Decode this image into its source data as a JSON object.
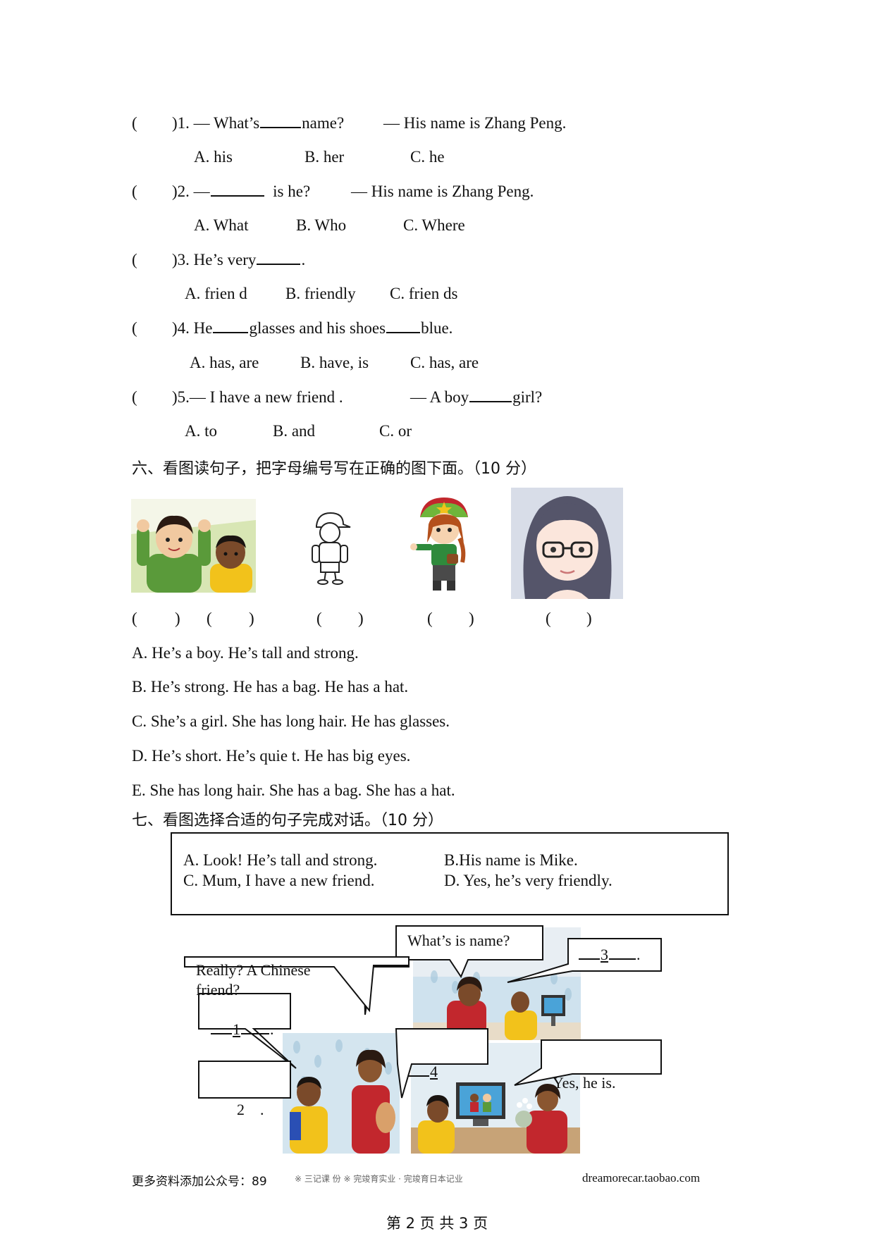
{
  "q5": {
    "items": [
      {
        "paren_open": "(",
        "prefix": ")1. — What’s",
        "blank_after": "name?",
        "answer": "— His name is Zhang Peng.",
        "options": [
          "A. his",
          "B. her",
          "C. he"
        ]
      },
      {
        "paren_open": "(",
        "prefix": ")2. —",
        "blank_after": "is he?",
        "answer": "— His name is Zhang Peng.",
        "options": [
          "A. What",
          "B. Who",
          "C. Where"
        ]
      },
      {
        "paren_open": "(",
        "prefix": ")3. He’s very",
        "blank_after": ".",
        "answer": "",
        "options": [
          "A. frien d",
          "B. friendly",
          "C. frien ds"
        ]
      },
      {
        "paren_open": "(",
        "prefix": ")4. He",
        "mid": "glasses and his shoes",
        "blank_after": "blue.",
        "answer": "",
        "options": [
          "A. has, are",
          "B. have, is",
          "C. has, are"
        ]
      },
      {
        "paren_open": "(",
        "prefix": ")5.— I have a new friend .",
        "answer_prefix": "— A boy",
        "blank_after": "girl?",
        "options": [
          "A. to",
          "B. and",
          "C. or"
        ]
      }
    ]
  },
  "section6": {
    "title": "六、看图读句子，把字母编号写在正确的图下面。（10 分）",
    "brackets": [
      "(",
      ")",
      "(",
      ")",
      "(",
      ")",
      "(",
      ")",
      "(",
      ")"
    ],
    "sentences": [
      "A. He’s a boy. He’s tall and strong.",
      "B. He’s strong. He has a bag. He has a hat.",
      "C. She’s a girl. She has long hair. He has glasses.",
      "D. He’s short. He’s quie t. He has big eyes.",
      "E. She has long hair. She has a bag. She has a hat."
    ]
  },
  "section7": {
    "title": "七、看图选择合适的句子完成对话。（10 分）",
    "options": {
      "a": "A. Look! He’s tall and strong.",
      "b": "B.His name is Mike.",
      "c": "C. Mum, I have a new friend.",
      "d": "D. Yes, he’s very friendly."
    },
    "bubbles": {
      "whats_name": "What’s is name?",
      "three": "3",
      "really_1": "Really? A Chinese",
      "really_2": "friend?",
      "one": "1",
      "two": "2",
      "four": "4",
      "yes": "Yes, he is."
    }
  },
  "footer": {
    "left": "更多资料添加公众号：89",
    "mid": "※ 三记课 份 ※ 完竣育实业 · 完竣育日本记业",
    "right": "dreamorecar.taobao.com",
    "page": "第 2 页 共 3 页"
  },
  "colors": {
    "green_shirt": "#5a9a3a",
    "yellow": "#f2c21b",
    "red": "#c2272d",
    "sky": "#cfe2ee"
  }
}
